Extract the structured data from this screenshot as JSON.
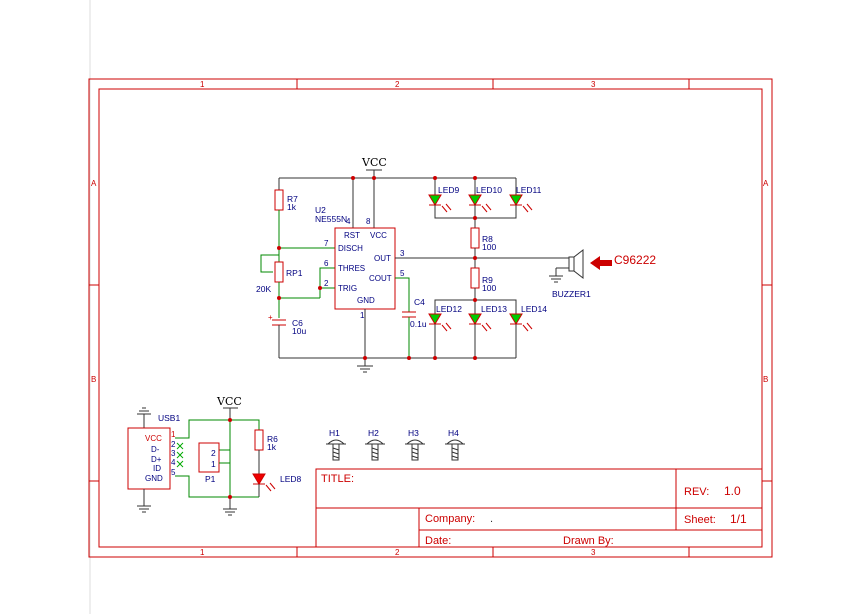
{
  "sheet": {
    "zones_columns": [
      "1",
      "2",
      "3"
    ],
    "zones_rows": [
      "A",
      "B"
    ],
    "title_label": "TITLE:",
    "title_value": "",
    "rev_label": "REV:",
    "rev_value": "1.0",
    "company_label": "Company:",
    "company_value": ".",
    "sheet_label": "Sheet:",
    "sheet_value": "1/1",
    "date_label": "Date:",
    "drawn_by_label": "Drawn By:"
  },
  "nets": {
    "vcc_top": "VCC",
    "vcc_usb": "VCC"
  },
  "components": {
    "r7": {
      "ref": "R7",
      "value": "1k"
    },
    "rp1": {
      "ref": "RP1",
      "value": "20K"
    },
    "c6": {
      "ref": "C6",
      "value": "10u"
    },
    "u2": {
      "ref": "U2",
      "part": "NE555N",
      "pins": {
        "rst": "RST",
        "vcc": "VCC",
        "disch": "DISCH",
        "thres": "THRES",
        "trig": "TRIG",
        "gnd": "GND",
        "out": "OUT",
        "cout": "COUT"
      },
      "pin_numbers": {
        "p4": "4",
        "p8": "8",
        "p7": "7",
        "p6": "6",
        "p2": "2",
        "p1": "1",
        "p3": "3",
        "p5": "5"
      }
    },
    "c4": {
      "ref": "C4",
      "value": "0.1u"
    },
    "r8": {
      "ref": "R8",
      "value": "100"
    },
    "r9": {
      "ref": "R9",
      "value": "100"
    },
    "leds_top": [
      "LED9",
      "LED10",
      "LED11"
    ],
    "leds_bottom": [
      "LED12",
      "LED13",
      "LED14"
    ],
    "buzzer": {
      "ref": "BUZZER1",
      "callout": "C96222"
    },
    "usb1": {
      "ref": "USB1",
      "pins": [
        "VCC",
        "D-",
        "D+",
        "ID",
        "GND"
      ],
      "pin_numbers": [
        "1",
        "2",
        "3",
        "4",
        "5"
      ]
    },
    "p1": {
      "ref": "P1",
      "pins": [
        "2",
        "1"
      ]
    },
    "r6": {
      "ref": "R6",
      "value": "1k"
    },
    "led8": {
      "ref": "LED8"
    },
    "holes": [
      "H1",
      "H2",
      "H3",
      "H4"
    ]
  },
  "colors": {
    "frame": "#cc0000",
    "wire": "#008800",
    "label": "#000080",
    "led_fill": "#00cc00"
  }
}
